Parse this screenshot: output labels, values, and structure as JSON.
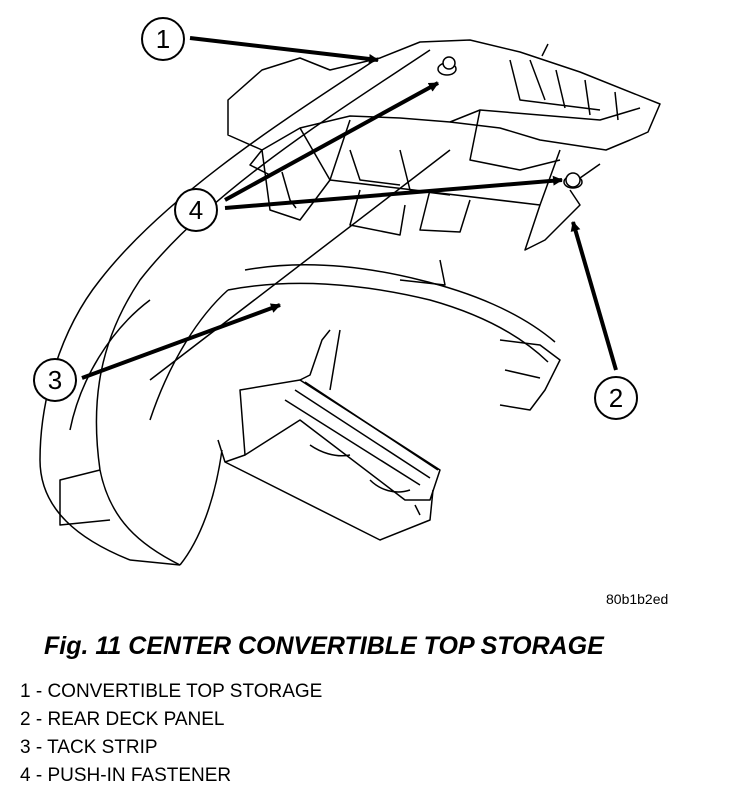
{
  "figure": {
    "image_code": "80b1b2ed",
    "caption": "Fig. 11 CENTER CONVERTIBLE TOP STORAGE"
  },
  "callouts": [
    {
      "number": "1"
    },
    {
      "number": "2"
    },
    {
      "number": "3"
    },
    {
      "number": "4"
    }
  ],
  "legend": [
    "1 - CONVERTIBLE TOP STORAGE",
    "2 - REAR DECK PANEL",
    "3 - TACK STRIP",
    "4 - PUSH-IN FASTENER"
  ]
}
